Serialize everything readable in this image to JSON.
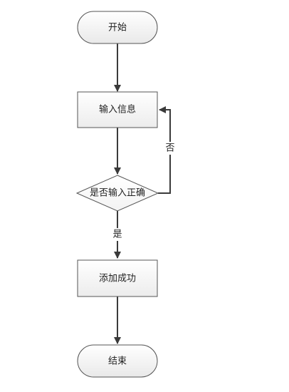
{
  "diagram": {
    "nodes": {
      "start": {
        "label": "开始",
        "shape": "terminator"
      },
      "input": {
        "label": "输入信息",
        "shape": "process"
      },
      "check": {
        "label": "是否输入正确",
        "shape": "decision"
      },
      "success": {
        "label": "添加成功",
        "shape": "process"
      },
      "end": {
        "label": "结束",
        "shape": "terminator"
      }
    },
    "edges": {
      "start_to_input": {
        "from": "start",
        "to": "input",
        "label": ""
      },
      "input_to_check": {
        "from": "input",
        "to": "check",
        "label": ""
      },
      "check_no": {
        "from": "check",
        "to": "input",
        "label": "否"
      },
      "check_yes": {
        "from": "check",
        "to": "success",
        "label": "是"
      },
      "success_to_end": {
        "from": "success",
        "to": "end",
        "label": ""
      }
    },
    "colors": {
      "terminator_fill_top": "#ffffff",
      "terminator_fill_bottom": "#e9e9e9",
      "process_fill_top": "#ffffff",
      "process_fill_bottom": "#ececec",
      "stroke": "#555555",
      "connector": "#3a3a3a"
    }
  }
}
